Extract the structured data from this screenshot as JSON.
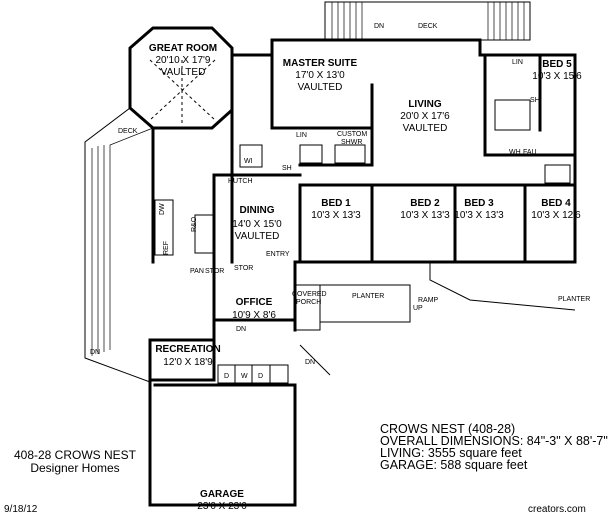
{
  "rooms": {
    "great_room": {
      "name": "GREAT ROOM",
      "dims": "20'10 X 17'9",
      "note": "VAULTED"
    },
    "master_suite": {
      "name": "MASTER SUITE",
      "dims": "17'0 X 13'0",
      "note": "VAULTED"
    },
    "living": {
      "name": "LIVING",
      "dims": "20'0 X 17'6",
      "note": "VAULTED"
    },
    "bed5": {
      "name": "BED 5",
      "dims": "10'3 X 15'6"
    },
    "dining": {
      "name": "DINING",
      "dims": "14'0 X 15'0",
      "note": "VAULTED"
    },
    "bed1": {
      "name": "BED 1",
      "dims": "10'3 X 13'3"
    },
    "bed2": {
      "name": "BED 2",
      "dims": "10'3 X 13'3"
    },
    "bed3": {
      "name": "BED 3",
      "dims": "10'3 X 13'3"
    },
    "bed4": {
      "name": "BED 4",
      "dims": "10'3 X 12'6"
    },
    "office": {
      "name": "OFFICE",
      "dims": "10'9 X 8'6"
    },
    "recreation": {
      "name": "RECREATION",
      "dims": "12'0 X 18'9"
    },
    "garage": {
      "name": "GARAGE",
      "dims": "23'0 X 23'6"
    }
  },
  "labels": {
    "deck_top": "DECK",
    "deck_left": "DECK",
    "dn_top": "DN",
    "dn_deck": "DN",
    "dn_rec": "DN",
    "dn_porch": "DN",
    "custom_shwr_1": "CUSTOM",
    "custom_shwr_2": "SHWR",
    "lin_master": "LIN",
    "wi": "WI",
    "sh_master": "SH",
    "hutch": "HUTCH",
    "dw": "DW",
    "ref": "REF",
    "rno": "R&O",
    "pan": "PAN",
    "stor1": "STOR",
    "stor2": "STOR",
    "entry": "ENTRY",
    "covered_porch_1": "COVERED",
    "covered_porch_2": "PORCH",
    "planter_1": "PLANTER",
    "planter_2": "PLANTER",
    "ramp": "RAMP",
    "up": "UP",
    "lin_bed5": "LIN",
    "sh_bed5": "SH",
    "wh": "WH",
    "fau": "FAU",
    "laundry_d1": "D",
    "laundry_w": "W",
    "laundry_d2": "D"
  },
  "title_block": {
    "line1": "CROWS NEST (408-28)",
    "line2": "OVERALL DIMENSIONS: 84\"-3\" X 88'-7\"",
    "line3": "LIVING: 3555 square feet",
    "line4": "GARAGE: 588 square feet"
  },
  "plan_info": {
    "plan_name": "408-28 CROWS NEST",
    "designer": "Designer Homes"
  },
  "footer": {
    "date": "9/18/12",
    "credit": "creators.com"
  }
}
